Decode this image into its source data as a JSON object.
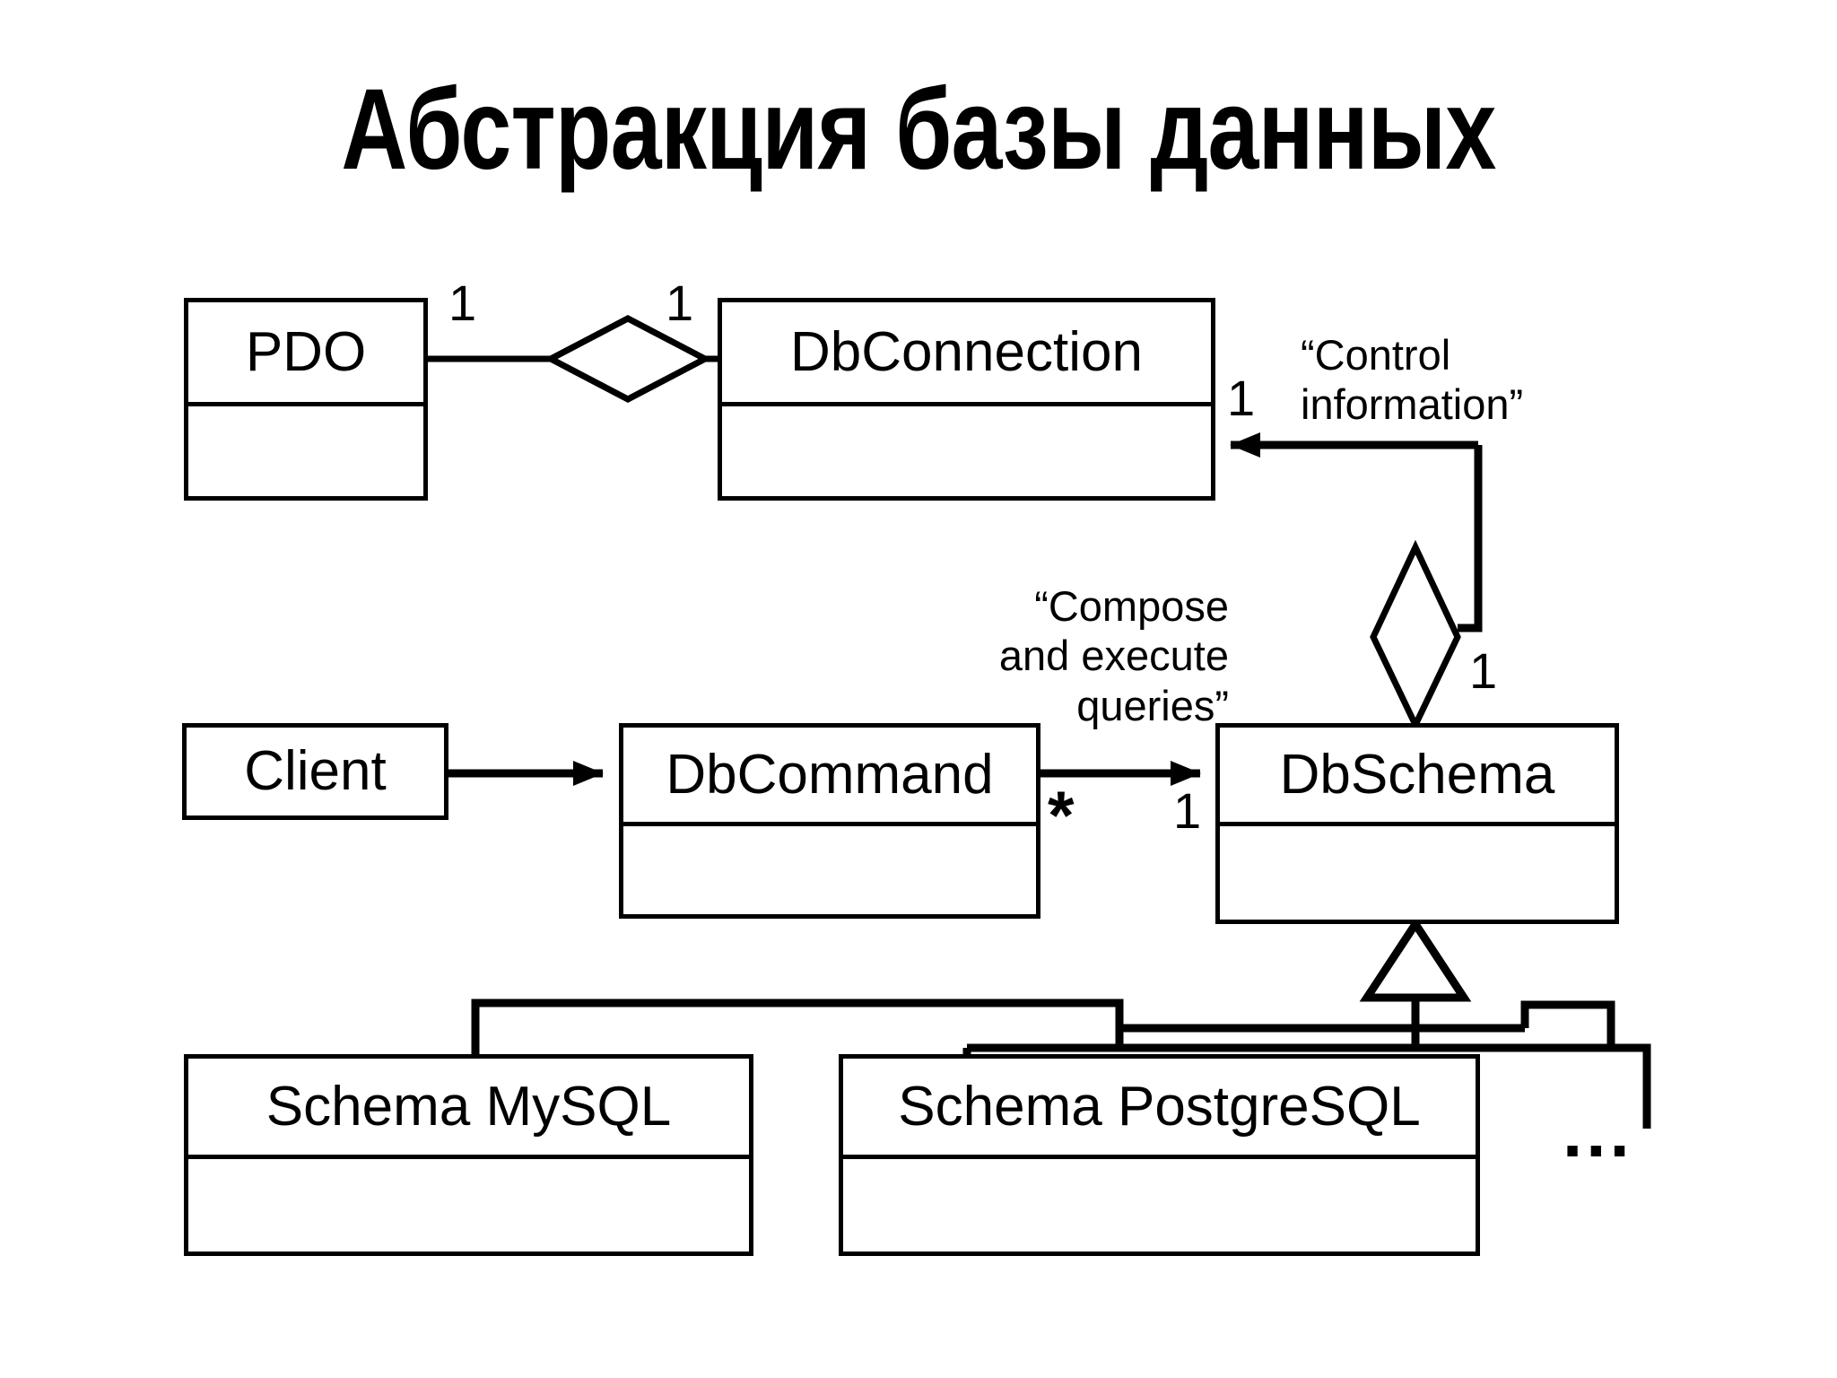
{
  "title": "Абстракция базы данных",
  "diagram": {
    "type": "uml-class-diagram",
    "classes": [
      {
        "id": "pdo",
        "name": "PDO",
        "compartments": 2
      },
      {
        "id": "dbconn",
        "name": "DbConnection",
        "compartments": 2
      },
      {
        "id": "client",
        "name": "Client",
        "compartments": 1
      },
      {
        "id": "dbcommand",
        "name": "DbCommand",
        "compartments": 2
      },
      {
        "id": "dbschema",
        "name": "DbSchema",
        "compartments": 2
      },
      {
        "id": "mysql",
        "name": "Schema MySQL",
        "compartments": 2
      },
      {
        "id": "postgres",
        "name": "Schema PostgreSQL",
        "compartments": 2
      }
    ],
    "multiplicities": {
      "pdo_side": "1",
      "dbconn_side": "1",
      "dbconn_control": "1",
      "dbcommand_side": "*",
      "dbschema_side": "1",
      "dbschema_owner": "1"
    },
    "notes": {
      "control_information": "“Control\ninformation”",
      "compose_queries": "“Compose\nand execute\nqueries”"
    },
    "more_subclasses": "...",
    "relations": [
      {
        "from": "pdo",
        "to": "dbconn",
        "kind": "aggregation"
      },
      {
        "from": "client",
        "to": "dbcommand",
        "kind": "association-directed"
      },
      {
        "from": "dbcommand",
        "to": "dbschema",
        "kind": "association-directed",
        "label": "compose_queries"
      },
      {
        "from": "dbschema",
        "to": "dbconn",
        "kind": "aggregation-directed",
        "label": "control_information"
      },
      {
        "from": "mysql",
        "to": "dbschema",
        "kind": "generalization"
      },
      {
        "from": "postgres",
        "to": "dbschema",
        "kind": "generalization"
      }
    ],
    "colors": {
      "stroke": "#000000",
      "fill": "#ffffff",
      "text": "#000000"
    }
  }
}
